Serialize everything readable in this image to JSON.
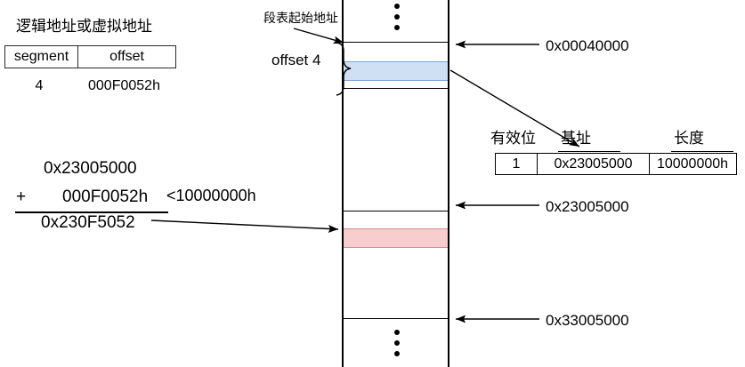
{
  "logical_address": {
    "title": "逻辑地址或虚拟地址",
    "columns": [
      "segment",
      "offset"
    ],
    "values": [
      "4",
      "000F0052h"
    ]
  },
  "arithmetic": {
    "base": "0x23005000",
    "operator": "+",
    "offset": "000F0052h",
    "bounds_note": "<10000000h",
    "sum": "0x230F5052"
  },
  "memory": {
    "segment_table_start_label": "段表起始地址",
    "offset_brace_label": "offset 4",
    "addresses": [
      "0x00040000",
      "0x23005000",
      "0x33005000"
    ],
    "band_colors": {
      "entry": "#cfe0f5",
      "target": "#f8cdcd"
    },
    "ellipsis": "⋮"
  },
  "descriptor_table": {
    "headers": [
      "有效位",
      "基址",
      "长度"
    ],
    "row": [
      "1",
      "0x23005000",
      "10000000h"
    ]
  }
}
